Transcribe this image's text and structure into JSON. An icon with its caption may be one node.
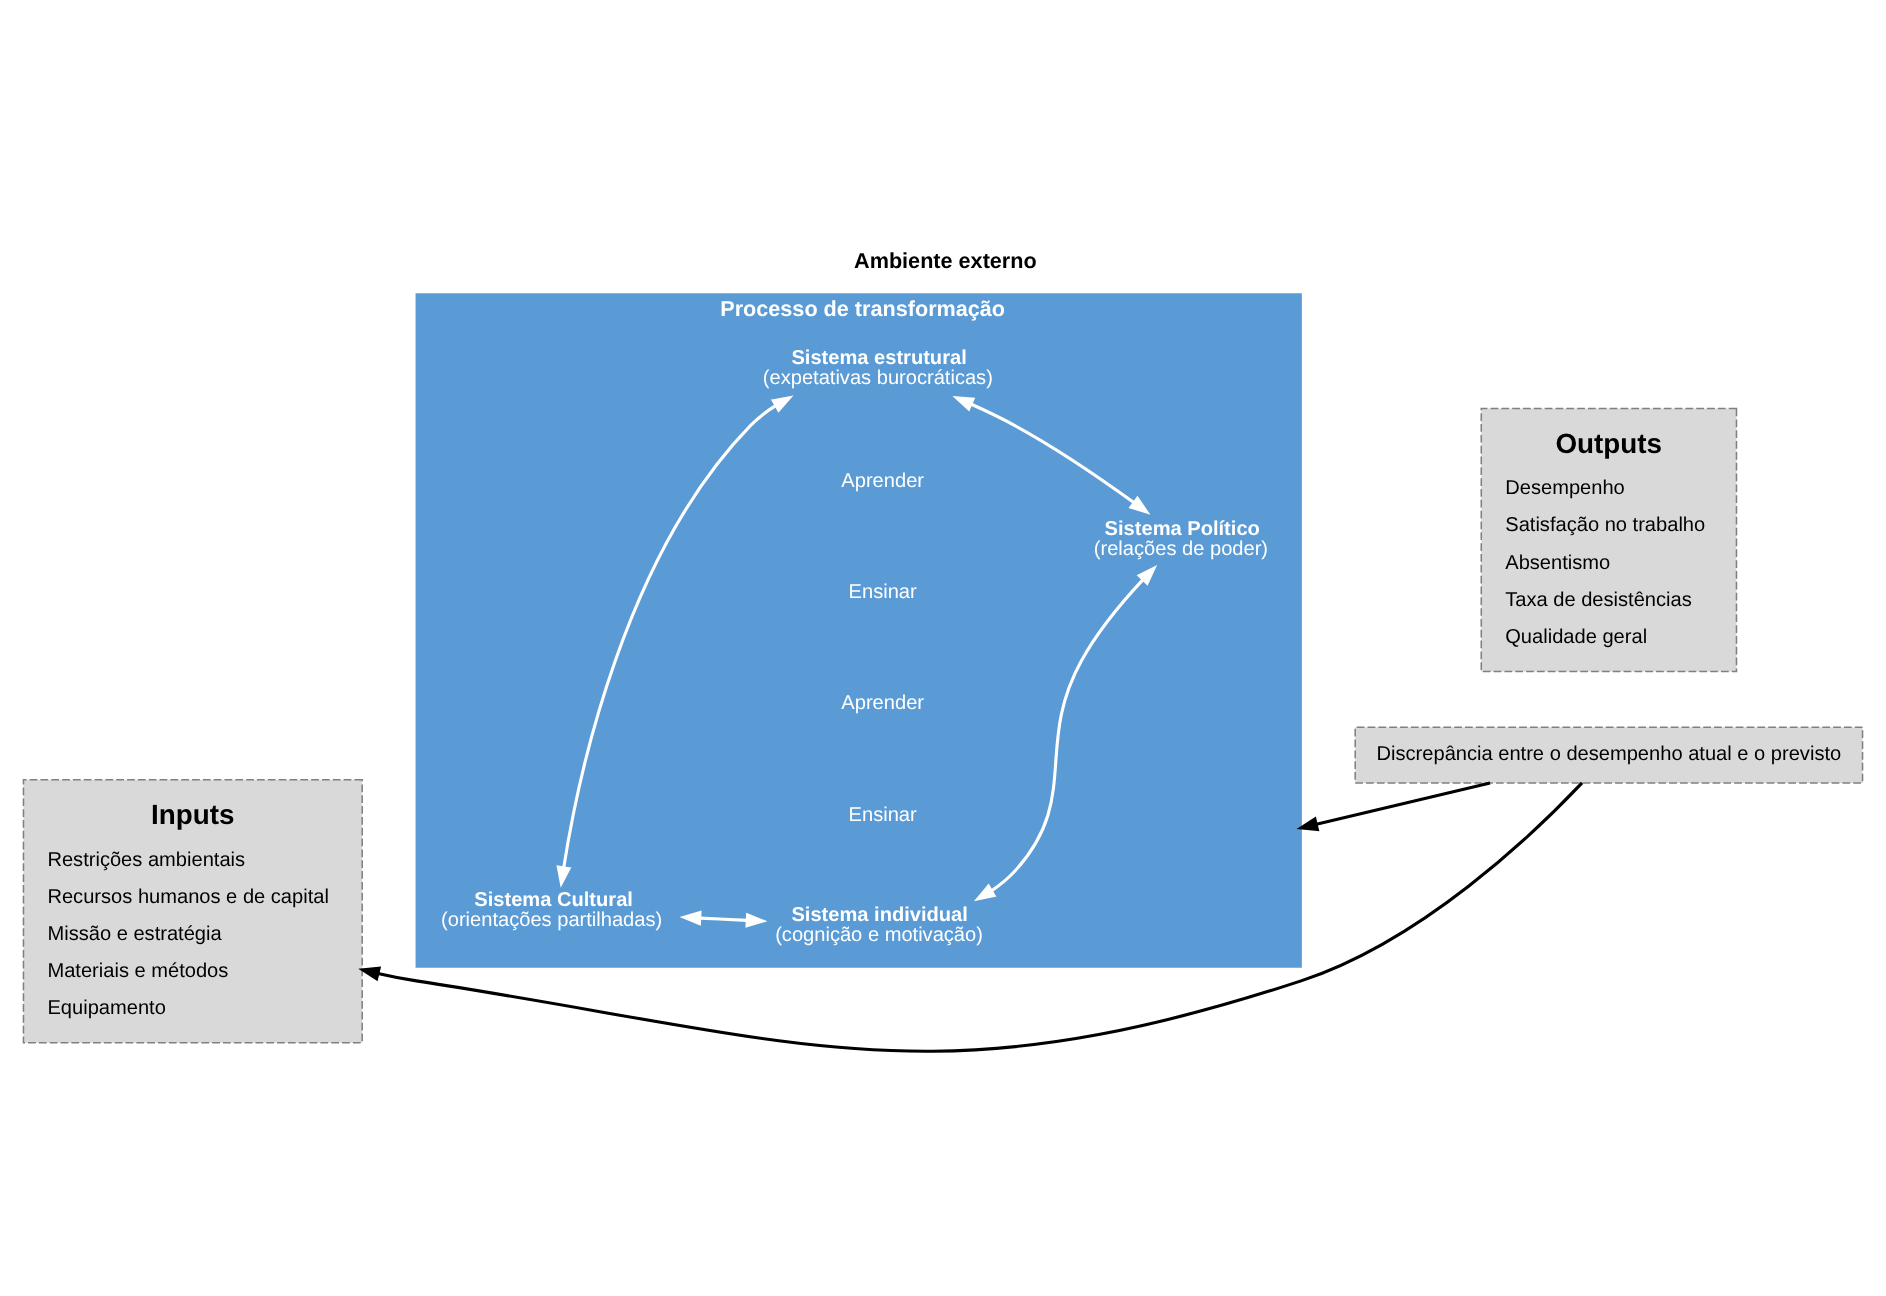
{
  "diagram": {
    "title": "Ambiente externo",
    "nodes": [
      {
        "text": [
          "Inputs",
          "Restrições ambientais",
          "Recursos humanos e de capital",
          "Missão e estratégia",
          "Materiais e métodos",
          "Equipamento"
        ]
      },
      {
        "text": [
          "Processo de transformação"
        ]
      },
      {
        "text": [
          "Sistema estrutural",
          "(expetativas burocráticas)"
        ],
        "in": 1
      },
      {
        "text": [
          "Sistema Cultural",
          "(orientações partilhadas)"
        ],
        "in": 1
      },
      {
        "text": [
          "Sistema Político",
          "(relações de poder)"
        ],
        "in": 1
      },
      {
        "text": [
          "Sistema individual",
          "(cognição e motivação)"
        ],
        "in": 1
      },
      {
        "text": [
          "Outputs",
          "Desempenho",
          "Satisfação no trabalho",
          "Absentismo",
          "Taxa de desistências",
          "Qualidade geral"
        ]
      },
      {
        "text": [
          "Discrepância entre o desempenho atual e o previsto"
        ]
      }
    ],
    "edges": [
      {
        "from": 3,
        "to": 2,
        "arrow": "both"
      },
      {
        "from": 2,
        "to": 4,
        "arrow": "both"
      },
      {
        "from": 3,
        "to": 5,
        "arrow": "both"
      },
      {
        "from": 5,
        "to": 4,
        "arrow": "both"
      },
      {
        "from": 7,
        "to": 1,
        "arrow": "to",
        "color": "#000000"
      },
      {
        "from": 7,
        "to": 0,
        "arrow": "to",
        "color": "#000000"
      }
    ],
    "labels": [
      "Aprender",
      "Ensinar",
      "Aprender",
      "Ensinar"
    ]
  }
}
